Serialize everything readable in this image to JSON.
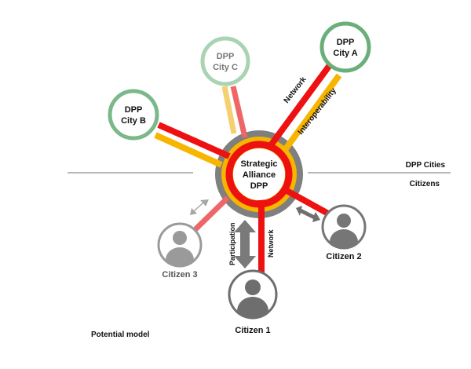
{
  "colors": {
    "network": "#ee1111",
    "network_light": "#ee6666",
    "interoperability": "#f7b500",
    "interoperability_light": "#f5d070",
    "ring_gray": "#7f7f7f",
    "city_green": "#6aaf7a",
    "city_green_light": "#a9d3b3",
    "citizen_gray": "#767676",
    "citizen_gray_light": "#9a9a9a",
    "divider": "#a0a0a0"
  },
  "center": {
    "line1": "Strategic",
    "line2": "Alliance",
    "line3": "DPP"
  },
  "cities": [
    {
      "id": "a",
      "line1": "DPP",
      "line2": "City A"
    },
    {
      "id": "b",
      "line1": "DPP",
      "line2": "City B"
    },
    {
      "id": "c",
      "line1": "DPP",
      "line2": "City C"
    }
  ],
  "citizens": [
    {
      "id": "1",
      "label": "Citizen 1"
    },
    {
      "id": "2",
      "label": "Citizen 2"
    },
    {
      "id": "3",
      "label": "Citizen 3"
    }
  ],
  "link_labels": {
    "network_city": "Network",
    "interoperability": "Interoperability",
    "participation": "Participation",
    "network_citizen": "Network"
  },
  "sections": {
    "upper": "DPP Cities",
    "lower": "Citizens"
  },
  "caption": "Potential model"
}
